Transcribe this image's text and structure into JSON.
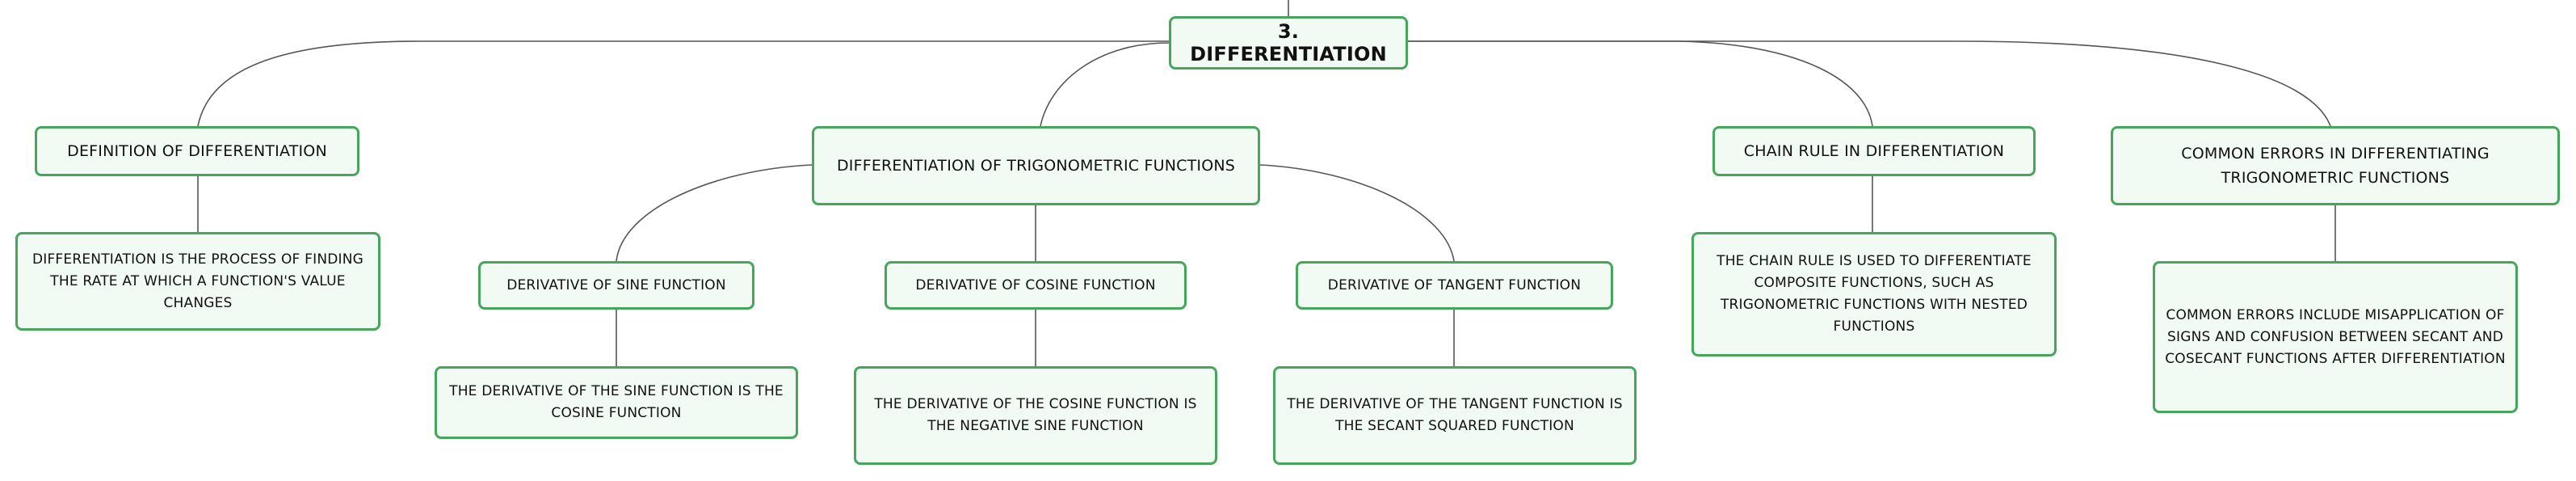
{
  "root": {
    "label": "3. DIFFERENTIATION"
  },
  "topics": [
    {
      "label": "DEFINITION OF DIFFERENTIATION",
      "detail": "DIFFERENTIATION IS THE PROCESS OF FINDING THE RATE AT WHICH A FUNCTION'S VALUE CHANGES"
    },
    {
      "label": "DIFFERENTIATION OF TRIGONOMETRIC FUNCTIONS",
      "subtopics": [
        {
          "label": "DERIVATIVE OF SINE FUNCTION",
          "detail": "THE DERIVATIVE OF THE SINE FUNCTION IS THE COSINE FUNCTION"
        },
        {
          "label": "DERIVATIVE OF COSINE FUNCTION",
          "detail": "THE DERIVATIVE OF THE COSINE FUNCTION IS THE NEGATIVE SINE FUNCTION"
        },
        {
          "label": "DERIVATIVE OF TANGENT FUNCTION",
          "detail": "THE DERIVATIVE OF THE TANGENT FUNCTION IS THE SECANT SQUARED FUNCTION"
        }
      ]
    },
    {
      "label": "CHAIN RULE IN DIFFERENTIATION",
      "detail": "THE CHAIN RULE IS USED TO DIFFERENTIATE COMPOSITE FUNCTIONS, SUCH AS TRIGONOMETRIC FUNCTIONS WITH NESTED FUNCTIONS"
    },
    {
      "label": "COMMON ERRORS IN DIFFERENTIATING TRIGONOMETRIC FUNCTIONS",
      "detail": "COMMON ERRORS INCLUDE MISAPPLICATION OF SIGNS AND CONFUSION BETWEEN SECANT AND COSECANT FUNCTIONS AFTER DIFFERENTIATION"
    }
  ],
  "colors": {
    "node_border": "#46a65c",
    "node_fill": "#f1faf3",
    "connector": "#555555"
  }
}
